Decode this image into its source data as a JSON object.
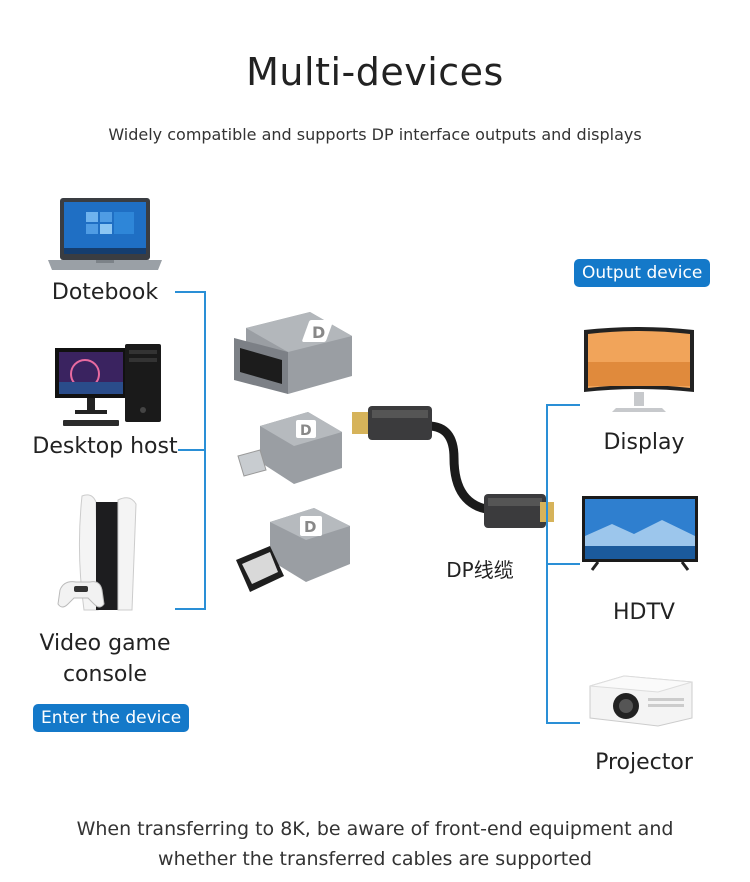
{
  "header": {
    "title": "Multi-devices",
    "subtitle": "Widely compatible and supports DP interface outputs and displays"
  },
  "inputs": {
    "badge": "Enter the device",
    "devices": [
      {
        "label": "Dotebook",
        "icon": "laptop-icon"
      },
      {
        "label": "Desktop host",
        "icon": "desktop-icon"
      },
      {
        "label_line1": "Video game",
        "label_line2": "console",
        "icon": "game-console-icon"
      }
    ]
  },
  "cable": {
    "label": "DP线缆",
    "icon": "dp-cable-icon",
    "adapters": [
      "dp-female-adapter-icon",
      "mini-dp-adapter-icon",
      "dp-male-adapter-icon"
    ]
  },
  "outputs": {
    "badge": "Output device",
    "devices": [
      {
        "label": "Display",
        "icon": "monitor-icon"
      },
      {
        "label": "HDTV",
        "icon": "tv-icon"
      },
      {
        "label": "Projector",
        "icon": "projector-icon"
      }
    ]
  },
  "footer": {
    "line1": "When transferring to 8K, be aware of front-end equipment and",
    "line2": "whether the transferred cables are supported"
  },
  "colors": {
    "accent": "#1479c9",
    "connector_line": "#2a8fd6",
    "adapter_body": "#8d9196"
  }
}
